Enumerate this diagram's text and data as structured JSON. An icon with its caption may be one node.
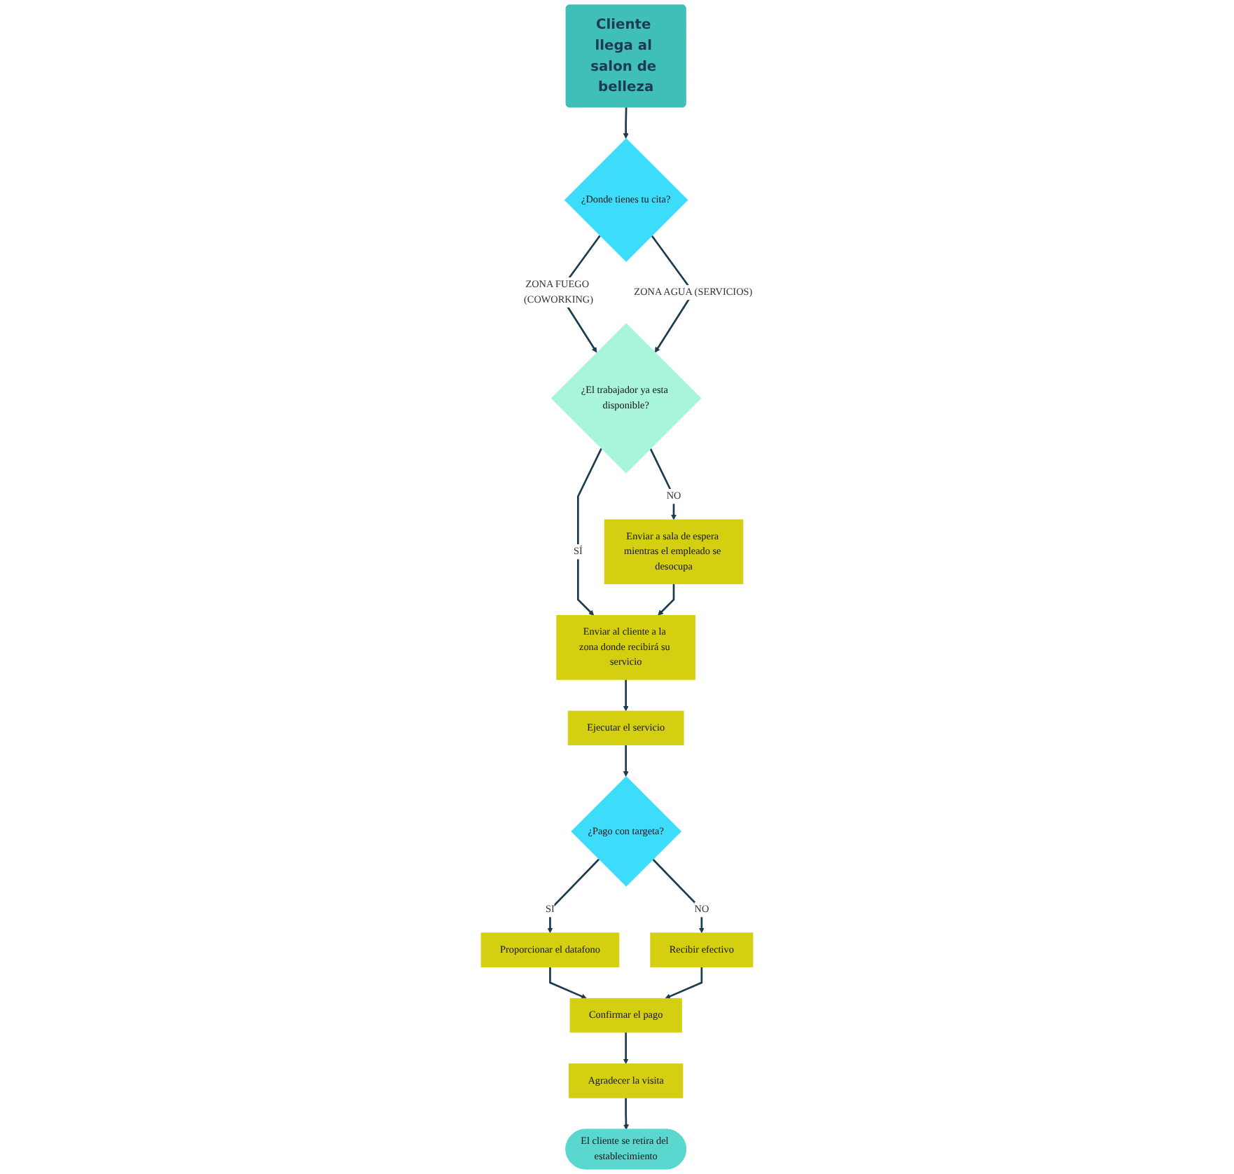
{
  "diagram": {
    "nodes": [
      {
        "text": [
          "Cliente llega al salon de belleza"
        ]
      },
      {
        "text": [
          "¿Donde tienes tu cita?"
        ]
      },
      {
        "text": [
          "¿El trabajador ya esta disponible?"
        ]
      },
      {
        "text": [
          "Enviar al cliente a la zona donde recibirá su servicio"
        ]
      },
      {
        "text": [
          "Enviar a sala de espera mientras el empleado se desocupa"
        ]
      },
      {
        "text": [
          "Ejecutar el servicio"
        ]
      },
      {
        "text": [
          "¿Pago con targeta?"
        ]
      },
      {
        "text": [
          "Proporcionar el datafono"
        ]
      },
      {
        "text": [
          "Recibir efectivo"
        ]
      },
      {
        "text": [
          "Confirmar el pago"
        ]
      },
      {
        "text": [
          "Agradecer la visita"
        ]
      },
      {
        "text": [
          "El cliente se retira del establecimiento"
        ]
      }
    ],
    "edges": [
      {
        "from": 0,
        "to": 1,
        "arrow": "to"
      },
      {
        "from": 1,
        "to": 2,
        "arrow": "to",
        "label": "ZONA FUEGO (COWORKING)"
      },
      {
        "from": 1,
        "to": 2,
        "arrow": "to",
        "label": "ZONA AGUA (SERVICIOS)"
      },
      {
        "from": 2,
        "to": 3,
        "arrow": "to",
        "label": "SÍ"
      },
      {
        "from": 2,
        "to": 4,
        "arrow": "to",
        "label": "NO"
      },
      {
        "from": 4,
        "to": 3,
        "arrow": "to"
      },
      {
        "from": 3,
        "to": 5,
        "arrow": "to"
      },
      {
        "from": 5,
        "to": 6,
        "arrow": "to"
      },
      {
        "from": 6,
        "to": 7,
        "arrow": "to",
        "label": "SI"
      },
      {
        "from": 6,
        "to": 8,
        "arrow": "to",
        "label": "NO"
      },
      {
        "from": 7,
        "to": 9,
        "arrow": "to"
      },
      {
        "from": 8,
        "to": 9,
        "arrow": "to"
      },
      {
        "from": 9,
        "to": 10,
        "arrow": "to"
      },
      {
        "from": 10,
        "to": 11,
        "arrow": "to"
      }
    ]
  }
}
